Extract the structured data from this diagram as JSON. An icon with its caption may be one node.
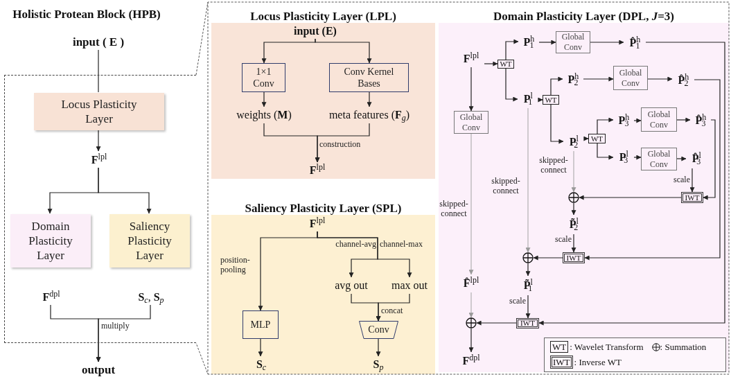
{
  "diagram": {
    "title": "Holistic Protean Block (HPB)",
    "nodes": [
      {
        "text": [],
        "shape": "box"
      },
      {
        "text": [
          "input ( E )"
        ]
      },
      {
        "text": [
          "Locus Plasticity Layer"
        ],
        "in": 0
      },
      {
        "text": [
          "**F**$^{lpl}$"
        ],
        "in": 0
      },
      {
        "text": [
          "Domain Plasticity Layer"
        ],
        "in": 0
      },
      {
        "text": [
          "Saliency Plasticity Layer"
        ],
        "in": 0
      },
      {
        "text": [
          "**F**$^{dpl}$"
        ],
        "in": 0
      },
      {
        "text": [
          "**S**$_{c}$, **S**$_{p}$"
        ],
        "in": 0
      },
      {
        "text": [
          "output"
        ]
      },
      {
        "text": [
          "Locus Plasticity Layer (LPL)"
        ]
      },
      {
        "text": [
          "input (E)"
        ],
        "in": 9
      },
      {
        "text": [
          "1×1 Conv"
        ],
        "in": 9
      },
      {
        "text": [
          "Conv Kernel Bases"
        ],
        "in": 9
      },
      {
        "text": [
          "weights (**M**)"
        ],
        "in": 9
      },
      {
        "text": [
          "meta features (**F**$_{g}$)"
        ],
        "in": 9
      },
      {
        "text": [
          "**F**$^{lpl}$"
        ],
        "in": 9
      },
      {
        "text": [
          "Saliency Plasticity Layer (SPL)"
        ]
      },
      {
        "text": [
          "**F**$^{lpl}$"
        ],
        "in": 16
      },
      {
        "text": [
          "MLP"
        ],
        "in": 16
      },
      {
        "text": [
          "avg out"
        ],
        "in": 16
      },
      {
        "text": [
          "max out"
        ],
        "in": 16
      },
      {
        "text": [
          "Conv"
        ],
        "in": 16
      },
      {
        "text": [
          "**S**$_{c}$"
        ],
        "in": 16
      },
      {
        "text": [
          "**S**$_{p}$"
        ],
        "in": 16
      },
      {
        "text": [
          "Domain Plasticity Layer (DPL, *J*=3)"
        ]
      },
      {
        "text": [
          "**F**$^{lpl}$"
        ],
        "in": 24
      },
      {
        "text": [
          "WT"
        ],
        "in": 24
      },
      {
        "text": [
          "**P**$^{h}$$_{1}$"
        ],
        "in": 24
      },
      {
        "text": [
          "Global Conv"
        ],
        "in": 24
      },
      {
        "text": [
          "**P̂**$^{h}$$_{1}$"
        ],
        "in": 24
      },
      {
        "text": [
          "**P**$^{l}$$_{1}$"
        ],
        "in": 24
      },
      {
        "text": [
          "WT"
        ],
        "in": 24
      },
      {
        "text": [
          "**P**$^{h}$$_{2}$"
        ],
        "in": 24
      },
      {
        "text": [
          "Global Conv"
        ],
        "in": 24
      },
      {
        "text": [
          "**P̂**$^{h}$$_{2}$"
        ],
        "in": 24
      },
      {
        "text": [
          "Global Conv"
        ],
        "in": 24
      },
      {
        "text": [
          "**P**$^{l}$$_{2}$"
        ],
        "in": 24
      },
      {
        "text": [
          "WT"
        ],
        "in": 24
      },
      {
        "text": [
          "**P**$^{h}$$_{3}$"
        ],
        "in": 24
      },
      {
        "text": [
          "Global Conv"
        ],
        "in": 24
      },
      {
        "text": [
          "**P̂**$^{h}$$_{3}$"
        ],
        "in": 24
      },
      {
        "text": [
          "**P**$^{l}$$_{3}$"
        ],
        "in": 24
      },
      {
        "text": [
          "Global Conv"
        ],
        "in": 24
      },
      {
        "text": [
          "**P̂**$^{l}$$_{3}$"
        ],
        "in": 24
      },
      {
        "text": [
          "IWT"
        ],
        "in": 24
      },
      {
        "text": [],
        "shape": "circle",
        "in": 24
      },
      {
        "text": [
          "**P̃**$^{l}$$_{2}$"
        ],
        "in": 24
      },
      {
        "text": [
          "IWT"
        ],
        "in": 24
      },
      {
        "text": [],
        "shape": "circle",
        "in": 24
      },
      {
        "text": [
          "**P̃**$^{l}$$_{1}$"
        ],
        "in": 24
      },
      {
        "text": [
          "**F̂**$^{lpl}$"
        ],
        "in": 24
      },
      {
        "text": [
          "IWT"
        ],
        "in": 24
      },
      {
        "text": [],
        "shape": "circle",
        "in": 24
      },
      {
        "text": [
          "**F**$^{dpl}$"
        ],
        "in": 24
      }
    ],
    "edges": [
      {
        "from": 1,
        "to": 2,
        "arrow": "none"
      },
      {
        "from": 2,
        "to": 3,
        "arrow": "to"
      },
      {
        "from": 3,
        "to": 4,
        "arrow": "to"
      },
      {
        "from": 3,
        "to": 5,
        "arrow": "to"
      },
      {
        "from": 6,
        "to": 8,
        "arrow": "to",
        "label": "multiply"
      },
      {
        "from": 7,
        "to": 8,
        "arrow": "to"
      },
      {
        "from": 10,
        "to": 11,
        "arrow": "to"
      },
      {
        "from": 10,
        "to": 12,
        "arrow": "to"
      },
      {
        "from": 11,
        "to": 13,
        "arrow": "to"
      },
      {
        "from": 12,
        "to": 14,
        "arrow": "to"
      },
      {
        "from": 13,
        "to": 15,
        "arrow": "to",
        "label": "construction"
      },
      {
        "from": 14,
        "to": 15,
        "arrow": "to"
      },
      {
        "from": 17,
        "to": 18,
        "arrow": "to",
        "label": "position-pooling"
      },
      {
        "from": 17,
        "to": 19,
        "arrow": "to",
        "label": "channel-avg"
      },
      {
        "from": 17,
        "to": 20,
        "arrow": "to",
        "label": "channel-max"
      },
      {
        "from": 18,
        "to": 22,
        "arrow": "to"
      },
      {
        "from": 19,
        "to": 21,
        "arrow": "to",
        "label": "concat"
      },
      {
        "from": 20,
        "to": 21,
        "arrow": "to"
      },
      {
        "from": 21,
        "to": 23,
        "arrow": "to"
      },
      {
        "from": 25,
        "to": 26,
        "arrow": "to"
      },
      {
        "from": 26,
        "to": 27,
        "arrow": "to"
      },
      {
        "from": 27,
        "to": 28,
        "arrow": "to"
      },
      {
        "from": 28,
        "to": 29,
        "arrow": "to"
      },
      {
        "from": 26,
        "to": 30,
        "arrow": "to"
      },
      {
        "from": 30,
        "to": 31,
        "arrow": "to"
      },
      {
        "from": 31,
        "to": 32,
        "arrow": "to"
      },
      {
        "from": 32,
        "to": 33,
        "arrow": "to"
      },
      {
        "from": 33,
        "to": 34,
        "arrow": "to"
      },
      {
        "from": 25,
        "to": 35,
        "arrow": "to"
      },
      {
        "from": 31,
        "to": 36,
        "arrow": "to"
      },
      {
        "from": 36,
        "to": 37,
        "arrow": "to"
      },
      {
        "from": 37,
        "to": 38,
        "arrow": "to"
      },
      {
        "from": 38,
        "to": 39,
        "arrow": "to"
      },
      {
        "from": 39,
        "to": 40,
        "arrow": "to"
      },
      {
        "from": 37,
        "to": 41,
        "arrow": "to"
      },
      {
        "from": 41,
        "to": 42,
        "arrow": "to"
      },
      {
        "from": 42,
        "to": 43,
        "arrow": "to"
      },
      {
        "from": 43,
        "to": 44,
        "arrow": "to",
        "label": "scale"
      },
      {
        "from": 40,
        "to": 44,
        "arrow": "to"
      },
      {
        "from": 44,
        "to": 45,
        "arrow": "to"
      },
      {
        "from": 36,
        "to": 45,
        "arrow": "to",
        "label": "skipped-connect",
        "color": "#999999"
      },
      {
        "from": 45,
        "to": 46,
        "arrow": "to"
      },
      {
        "from": 46,
        "to": 47,
        "arrow": "to",
        "label": "scale"
      },
      {
        "from": 34,
        "to": 47,
        "arrow": "to"
      },
      {
        "from": 47,
        "to": 48,
        "arrow": "to"
      },
      {
        "from": 30,
        "to": 48,
        "arrow": "to",
        "label": "skipped-connect",
        "color": "#999999"
      },
      {
        "from": 48,
        "to": 49,
        "arrow": "to"
      },
      {
        "from": 49,
        "to": 51,
        "arrow": "to",
        "label": "scale"
      },
      {
        "from": 29,
        "to": 51,
        "arrow": "to"
      },
      {
        "from": 51,
        "to": 52,
        "arrow": "to"
      },
      {
        "from": 35,
        "to": 50,
        "arrow": "to",
        "label": "skipped-connect",
        "color": "#999999"
      },
      {
        "from": 50,
        "to": 52,
        "arrow": "to",
        "color": "#999999"
      },
      {
        "from": 52,
        "to": 53,
        "arrow": "to"
      }
    ],
    "labels": [
      "WT",
      ": Wavelet Transform",
      ": Summation",
      "IWT",
      ": Inverse WT"
    ]
  }
}
